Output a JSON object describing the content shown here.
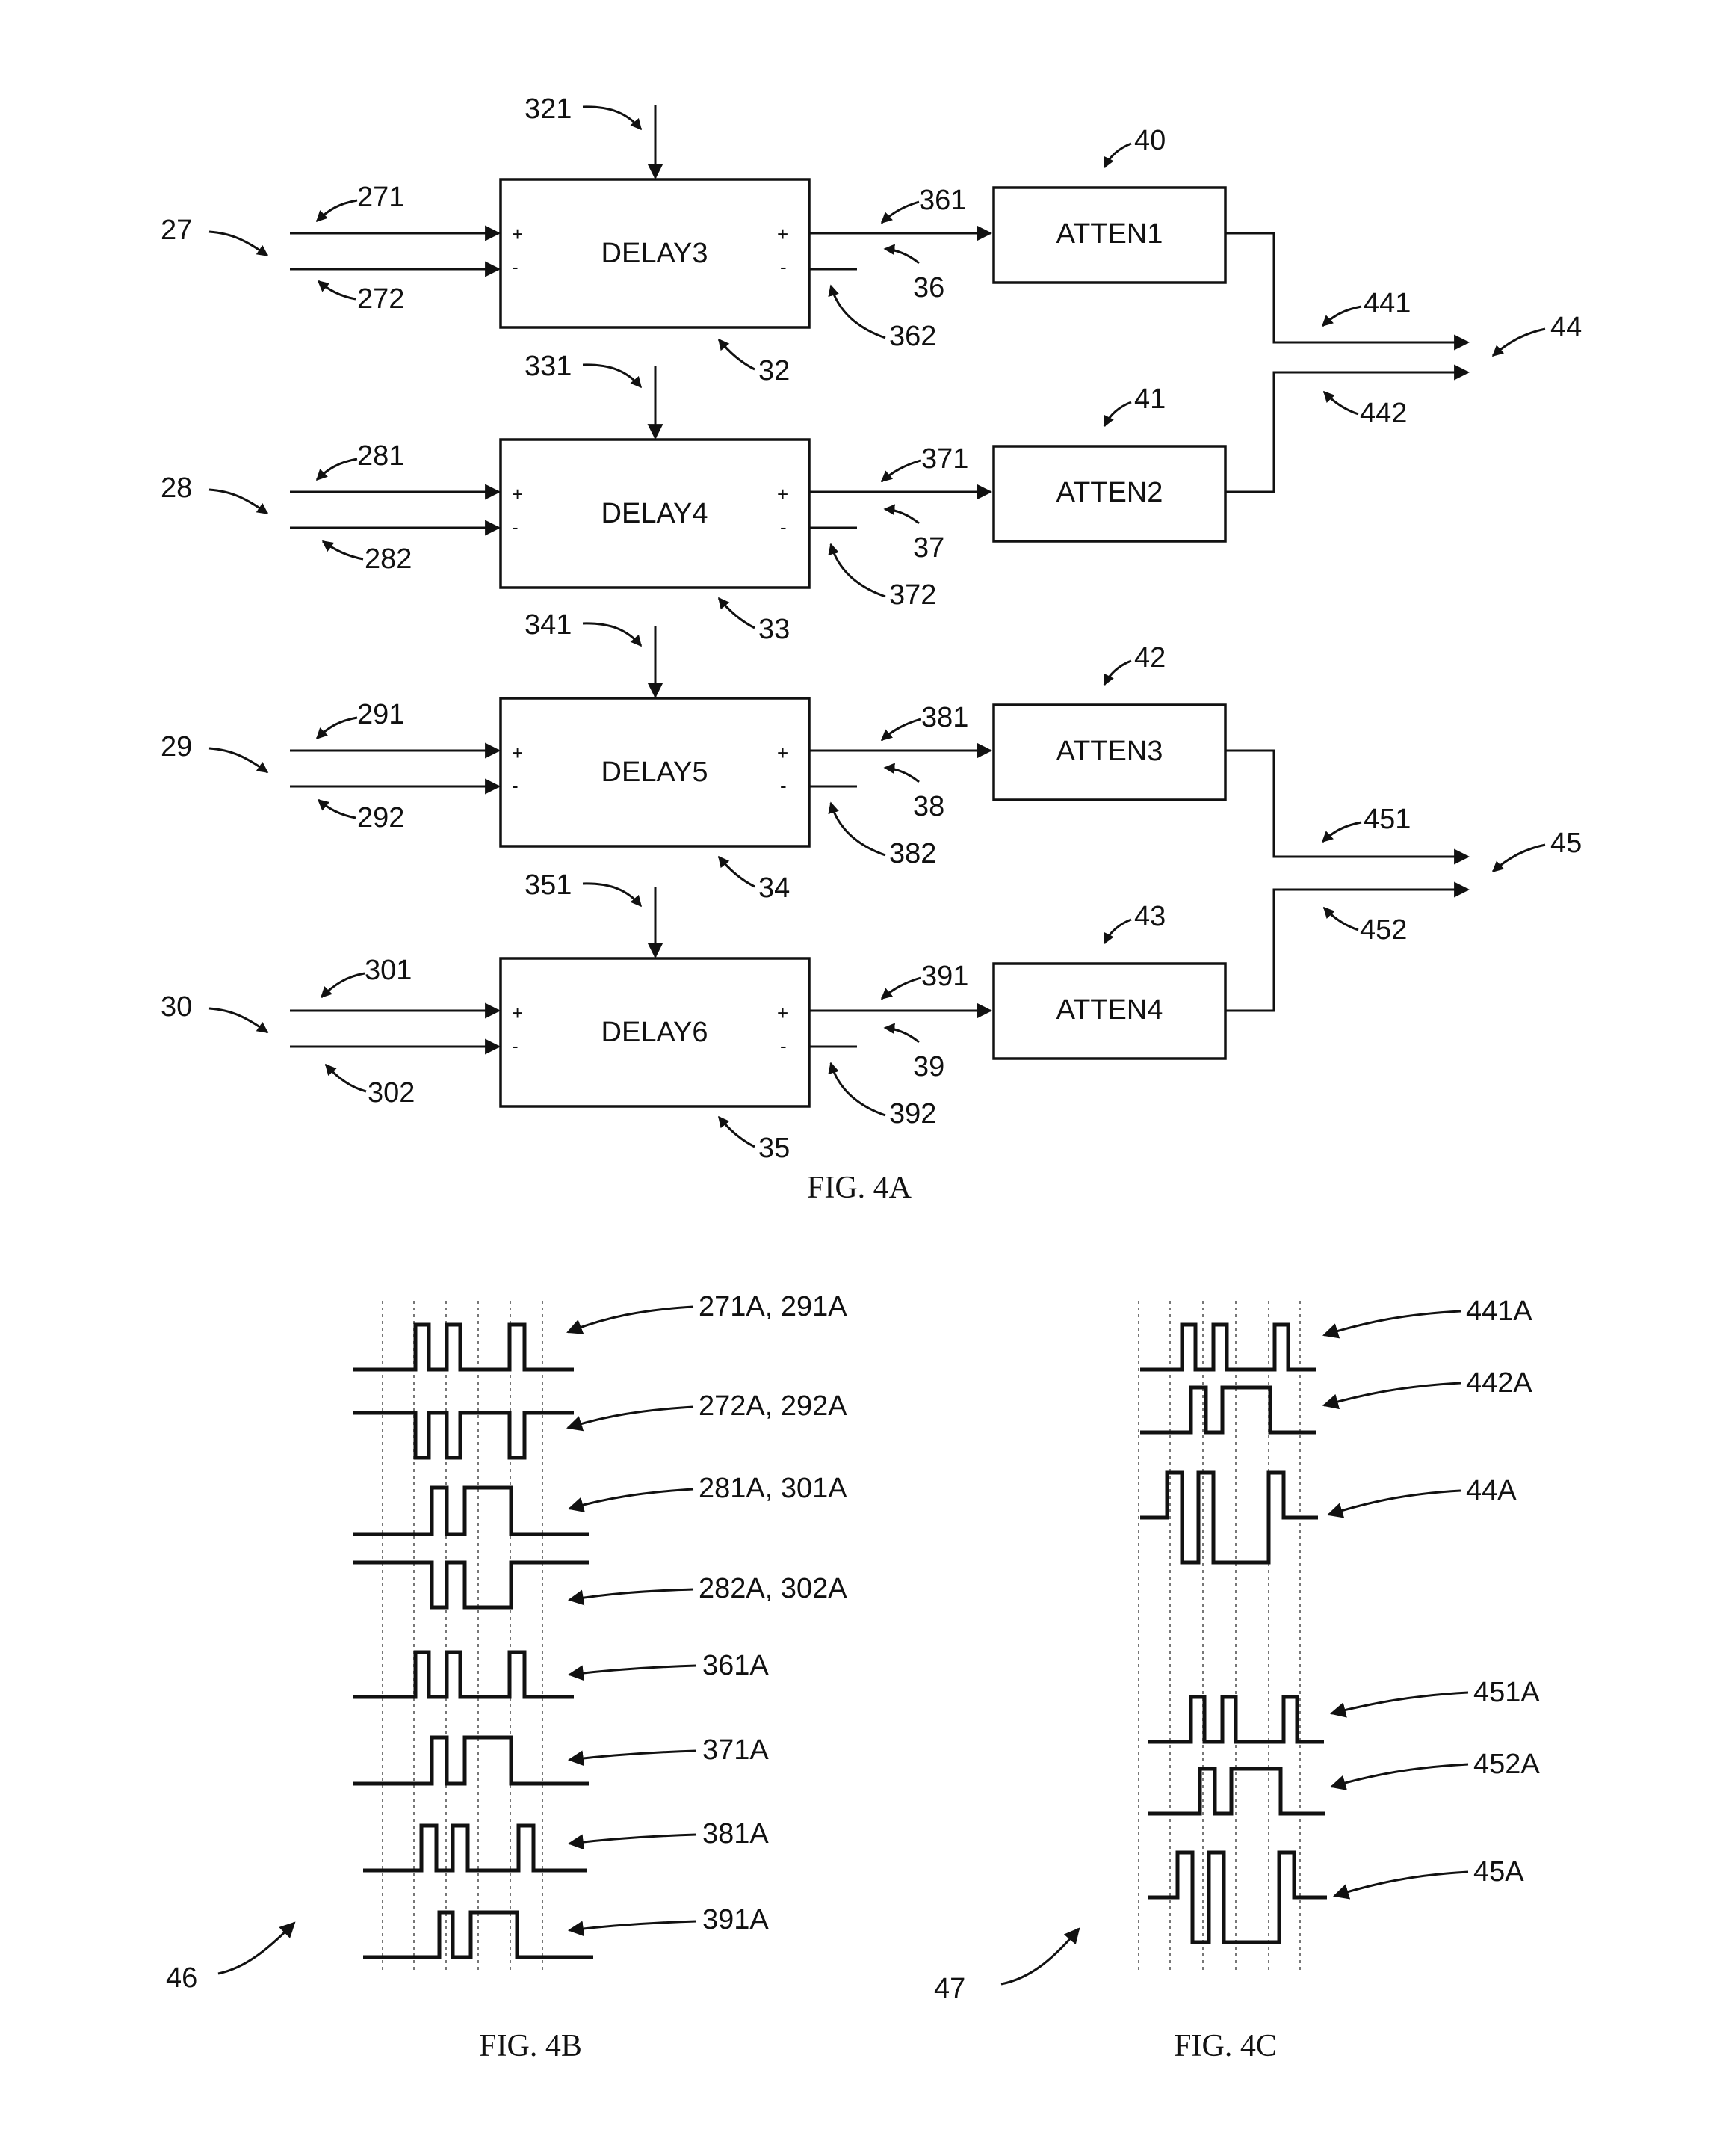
{
  "figure_a": {
    "caption": "FIG. 4A",
    "stages": [
      {
        "group": "27",
        "in_pos": "271",
        "in_neg": "272",
        "ctrl": "321",
        "block": "DELAY3",
        "block_ref": "32",
        "out_pos": "361",
        "out_node": "36",
        "out_neg": "362",
        "atten": "ATTEN1",
        "atten_ref": "40"
      },
      {
        "group": "28",
        "in_pos": "281",
        "in_neg": "282",
        "ctrl": "331",
        "block": "DELAY4",
        "block_ref": "33",
        "out_pos": "371",
        "out_node": "37",
        "out_neg": "372",
        "atten": "ATTEN2",
        "atten_ref": "41"
      },
      {
        "group": "29",
        "in_pos": "291",
        "in_neg": "292",
        "ctrl": "341",
        "block": "DELAY5",
        "block_ref": "34",
        "out_pos": "381",
        "out_node": "38",
        "out_neg": "382",
        "atten": "ATTEN3",
        "atten_ref": "42"
      },
      {
        "group": "30",
        "in_pos": "301",
        "in_neg": "302",
        "ctrl": "351",
        "block": "DELAY6",
        "block_ref": "35",
        "out_pos": "391",
        "out_node": "39",
        "out_neg": "392",
        "atten": "ATTEN4",
        "atten_ref": "43"
      }
    ],
    "plus": "+",
    "minus": "-",
    "outputs": [
      {
        "bus": "44",
        "line_a": "441",
        "line_b": "442"
      },
      {
        "bus": "45",
        "line_a": "451",
        "line_b": "452"
      }
    ]
  },
  "figure_b": {
    "caption": "FIG. 4B",
    "ref": "46",
    "labels": [
      "271A, 291A",
      "272A, 292A",
      "281A, 301A",
      "282A, 302A",
      "361A",
      "371A",
      "381A",
      "391A"
    ]
  },
  "figure_c": {
    "caption": "FIG. 4C",
    "ref": "47",
    "labels": [
      "441A",
      "442A",
      "44A",
      "451A",
      "452A",
      "45A"
    ]
  }
}
